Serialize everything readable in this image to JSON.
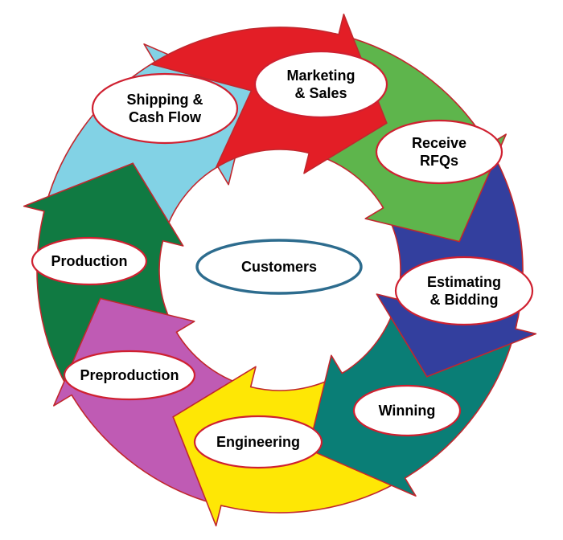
{
  "diagram": {
    "background": "#ffffff",
    "arrow_outline_color": "#c1272d",
    "ellipse_outline_color": "#cf2030",
    "ellipse_fill": "#ffffff",
    "center": {
      "label": "Customers",
      "stroke_color": "#2d6c8e",
      "fill": "#ffffff"
    },
    "steps": [
      {
        "name": "marketing-sales",
        "label_lines": [
          "Marketing",
          "& Sales"
        ],
        "color": "#e31e26"
      },
      {
        "name": "receive-rfqs",
        "label_lines": [
          "Receive",
          "RFQs"
        ],
        "color": "#5eb54c"
      },
      {
        "name": "estimating-bidding",
        "label_lines": [
          "Estimating",
          "& Bidding"
        ],
        "color": "#333f9e"
      },
      {
        "name": "winning",
        "label_lines": [
          "Winning"
        ],
        "color": "#0a7e76"
      },
      {
        "name": "engineering",
        "label_lines": [
          "Engineering"
        ],
        "color": "#fee705"
      },
      {
        "name": "preproduction",
        "label_lines": [
          "Preproduction"
        ],
        "color": "#bf5bb4"
      },
      {
        "name": "production",
        "label_lines": [
          "Production"
        ],
        "color": "#107a42"
      },
      {
        "name": "shipping-cashflow",
        "label_lines": [
          "Shipping &",
          "Cash Flow"
        ],
        "color": "#82d2e5"
      }
    ]
  }
}
